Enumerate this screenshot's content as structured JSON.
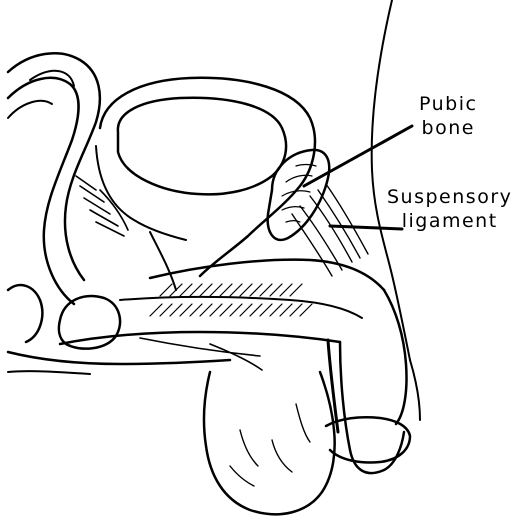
{
  "labels": {
    "pubic_bone": {
      "line1": "Pubic",
      "line2": "bone"
    },
    "suspensory_ligament": {
      "line1": "Suspensory",
      "line2": "ligament"
    }
  },
  "colors": {
    "ink": "#000000",
    "paper": "#ffffff"
  }
}
